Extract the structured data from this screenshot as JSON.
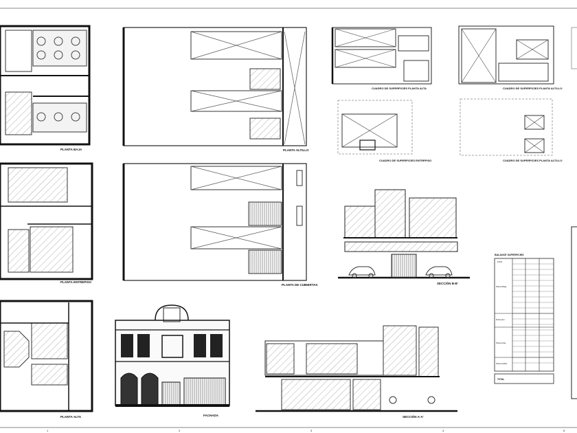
{
  "drawing": {
    "views": {
      "planta_baja": "PLANTA BAJA",
      "planta_entrepiso": "PLANTA ENTREPISO",
      "planta_alta": "PLANTA ALTA",
      "planta_altillo": "PLANTA ALTILLO",
      "planta_cubiertas": "PLANTA DE CUBIERTAS",
      "fachada": "FACHADA",
      "seccion_bb": "SECCIÓN B-B'",
      "seccion_aa": "SECCIÓN A-A'",
      "cuadro_pa": "CUADRO DE SUPERFICIES PLANTA ALTA",
      "cuadro_en": "CUADRO DE SUPERFICIES ENTREPISO",
      "cuadro_paf": "CUADRO DE SUPERFICIES PLANTA ALTILLO",
      "cuadro_pbl": "CUADRO DE SUPERFICIES PLANTA ALTILLO"
    },
    "balance": {
      "title": "BALANCE SUPERFICIES",
      "col_piso": "PISO",
      "row_groups": [
        "Planta Baja",
        "Entrepiso",
        "Planta Alta",
        "Planta Altillo"
      ],
      "total_label": "TOTAL"
    },
    "grid_numbers": [
      "1",
      "2",
      "3",
      "4",
      "5"
    ]
  }
}
